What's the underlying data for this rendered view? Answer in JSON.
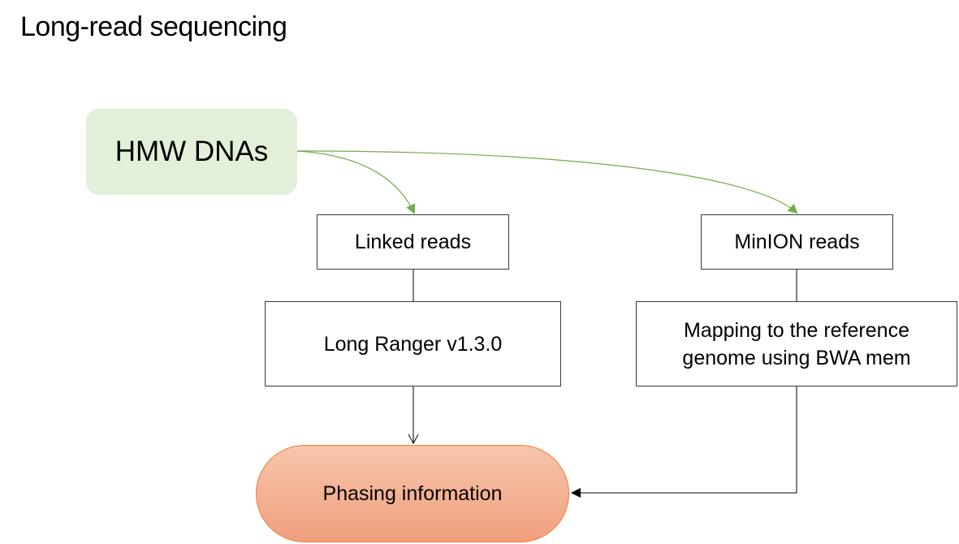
{
  "title": "Long-read sequencing",
  "nodes": {
    "hmw": "HMW DNAs",
    "linked": "Linked reads",
    "minion": "MinION reads",
    "longranger": "Long Ranger v1.3.0",
    "mapping_line1": "Mapping to the reference",
    "mapping_line2": "genome using BWA mem",
    "phasing": "Phasing information"
  },
  "colors": {
    "source_fill": "#e2f0d9",
    "green_arrow": "#70ad47",
    "sink_fill": "#f4b497",
    "sink_border": "#ed7d31",
    "box_border": "#3a3a3a"
  }
}
